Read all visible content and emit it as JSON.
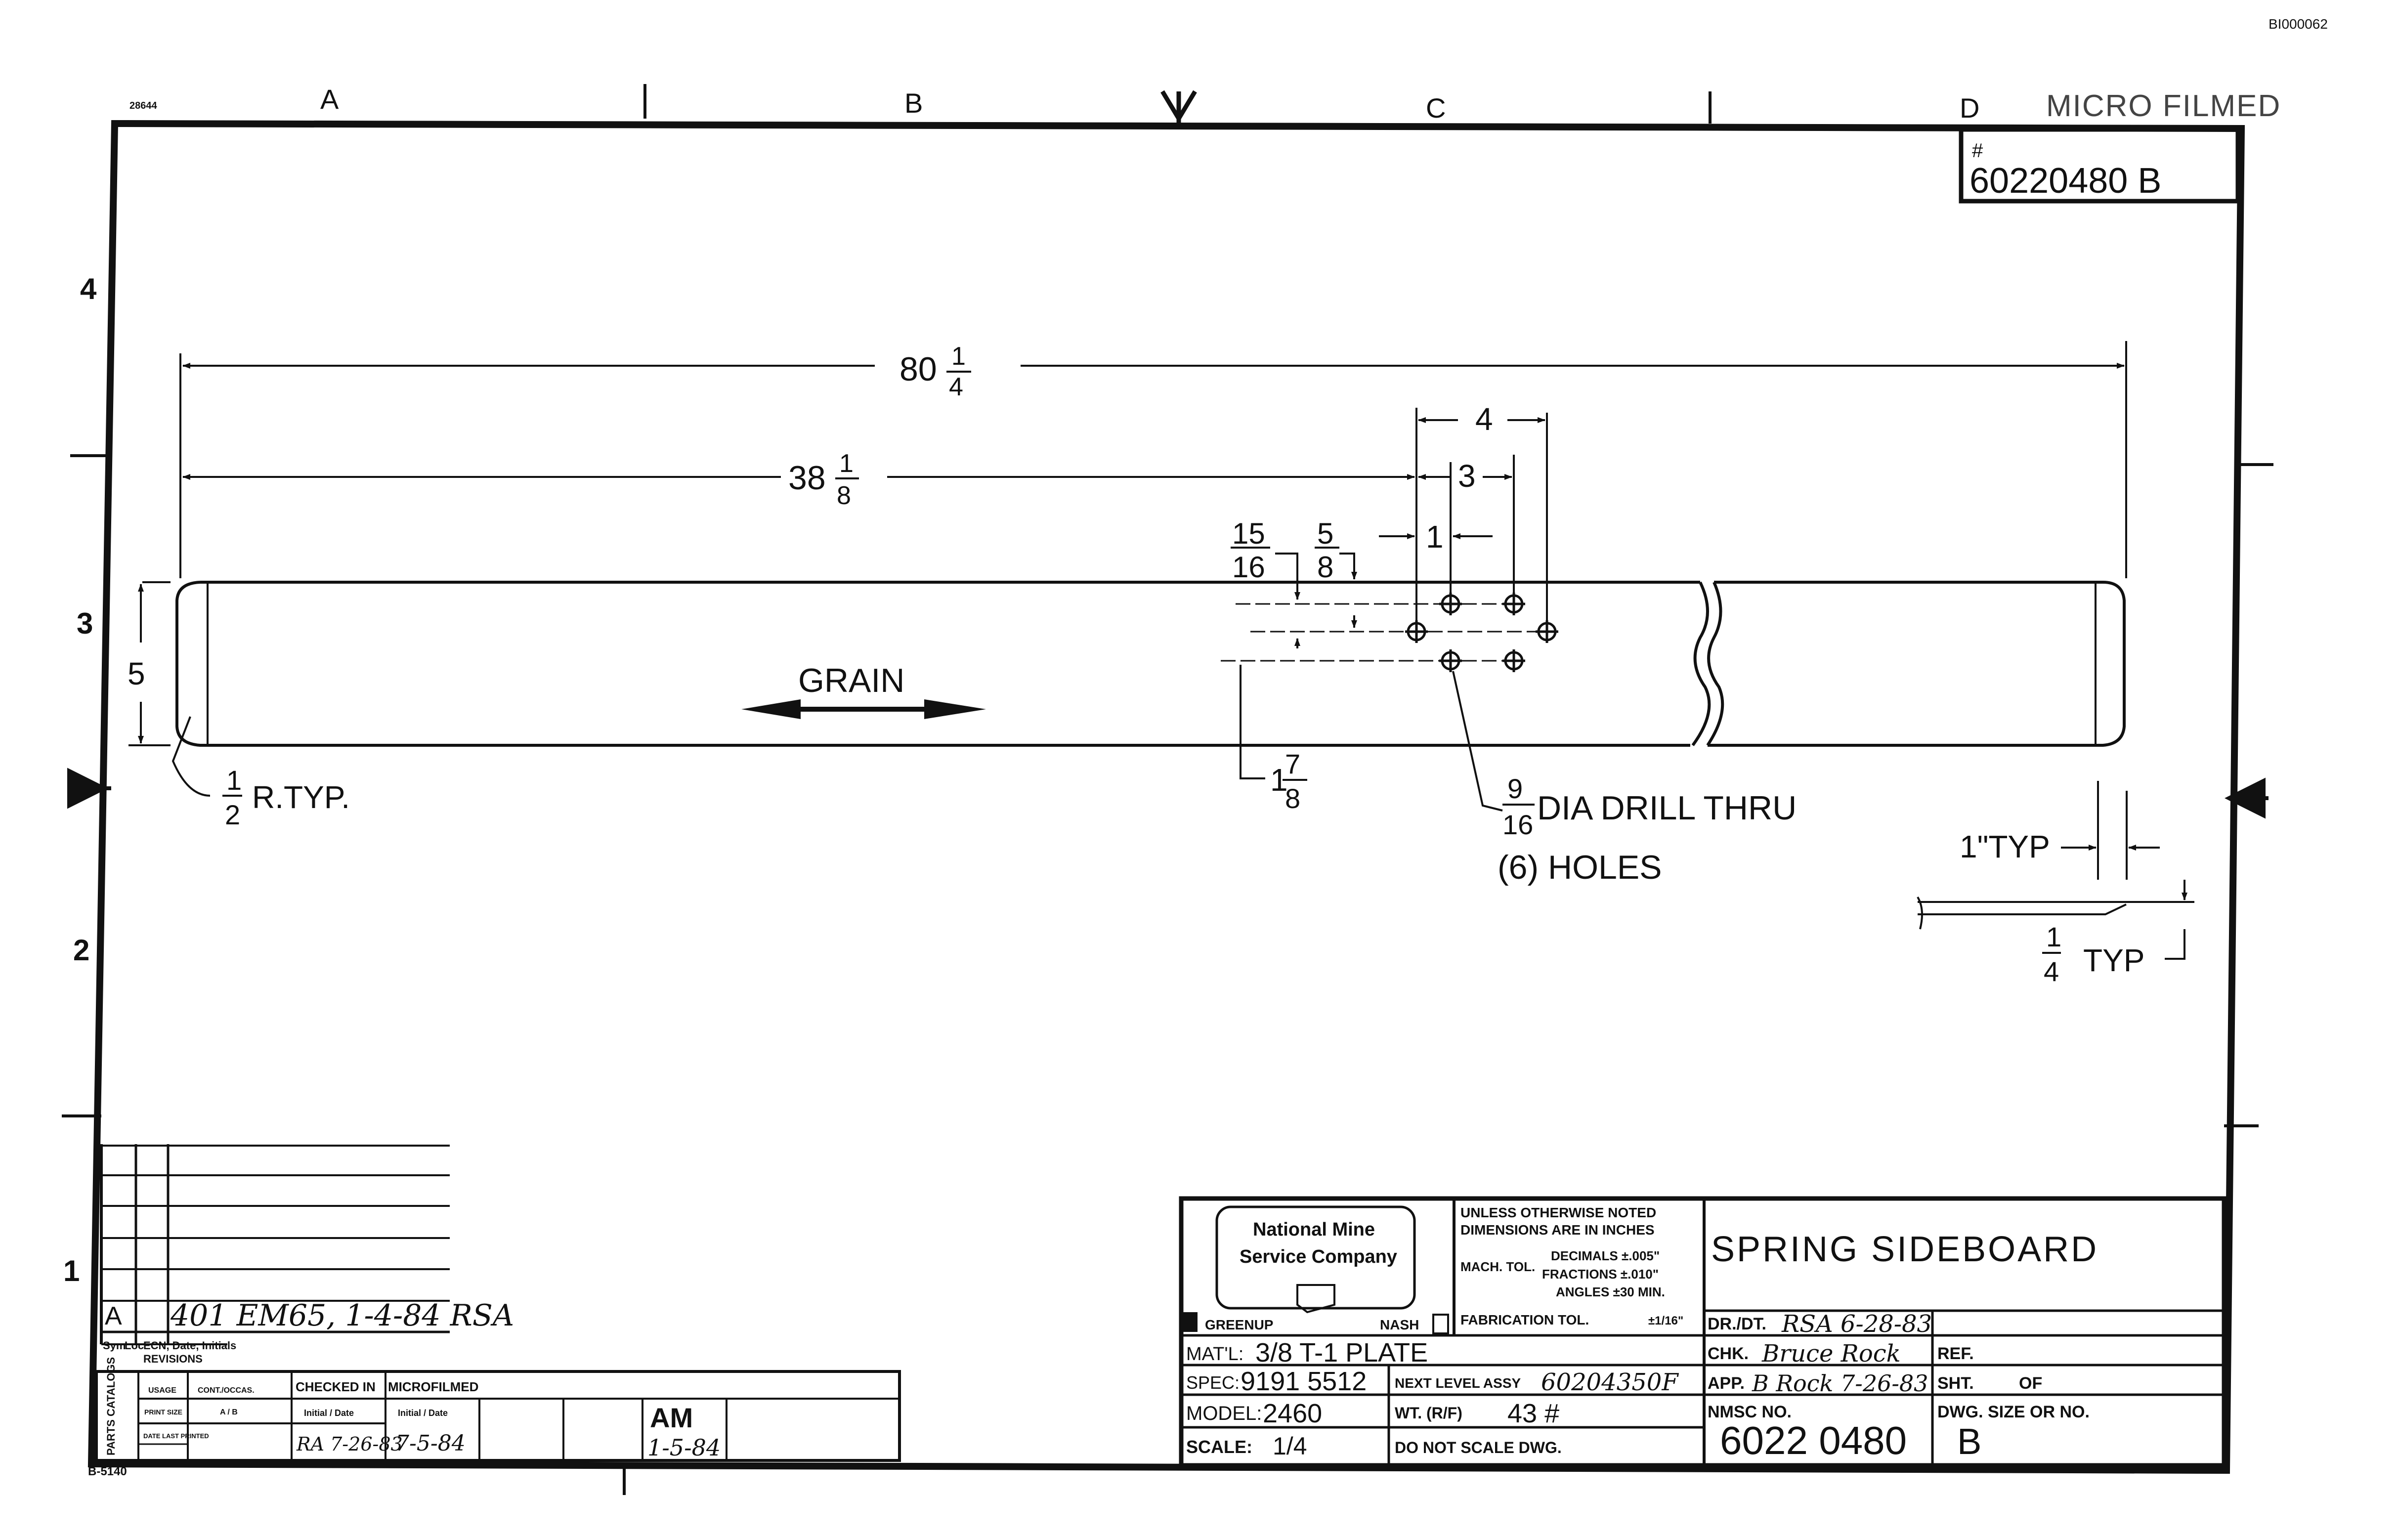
{
  "doc_code": "BI000062",
  "sheet_code": "28644",
  "form_code": "B-5140",
  "microfilm_stamp": "MICRO FILMED",
  "zones": {
    "columns": [
      "A",
      "B",
      "C",
      "D"
    ],
    "rows": [
      "4",
      "3",
      "2",
      "1"
    ]
  },
  "drawing_number_box": {
    "hash": "#",
    "number": "60220480 B"
  },
  "dims": {
    "overall_whole": "80",
    "overall_num": "1",
    "overall_den": "4",
    "left_whole": "38",
    "left_num": "1",
    "left_den": "8",
    "hole_span_4": "4",
    "hole_span_3": "3",
    "hole_span_1": "1",
    "d15": "15",
    "d16": "16",
    "d5": "5",
    "d8": "8",
    "height": "5",
    "bottom_whole": "1",
    "bottom_num": "7",
    "bottom_den": "8",
    "radius_num": "1",
    "radius_den": "2",
    "radius_text": "R.TYP.",
    "drill_num": "9",
    "drill_den": "16",
    "drill_text": "DIA DRILL THRU",
    "holes_text": "(6) HOLES",
    "typ1_text": "1\"TYP",
    "thick_num": "1",
    "thick_den": "4",
    "thick_text": "TYP"
  },
  "grain_label": "GRAIN",
  "revisions": {
    "sym": "A",
    "entry": "401 EM65, 1-4-84 RSA",
    "header_sym": "Sym",
    "header_loc": "Loc",
    "header_ecn": "ECN, Date, Initials",
    "title": "REVISIONS"
  },
  "parts_block": {
    "side_label": "PARTS CATALOGS",
    "usage": "USAGE",
    "cont_occas": "CONT./OCCAS.",
    "print_size": "PRINT SIZE",
    "ab": "A / B",
    "date_last_printed": "DATE LAST PRINTED",
    "checked_in": "CHECKED IN",
    "microfilmed": "MICROFILMED",
    "initial_date": "Initial / Date",
    "checked_value": "RA 7-26-83",
    "microfilmed_value": "7-5-84",
    "am": "AM",
    "am_date": "1-5-84"
  },
  "title_block": {
    "company_line1": "National Mine",
    "company_line2": "Service Company",
    "greenup": "GREENUP",
    "nash": "NASH",
    "tol_header_1": "UNLESS OTHERWISE NOTED",
    "tol_header_2": "DIMENSIONS ARE IN INCHES",
    "mach_tol": "MACH. TOL.",
    "decimals": "DECIMALS ±.005\"",
    "fractions": "FRACTIONS ±.010\"",
    "angles": "ANGLES ±30 MIN.",
    "fab_tol": "FABRICATION TOL.",
    "fab_tol_value": "±1/16\"",
    "title": "SPRING SIDEBOARD",
    "drdt_label": "DR./DT.",
    "drdt_value": "RSA 6-28-83",
    "chk_label": "CHK.",
    "chk_value": "Bruce Rock",
    "app_label": "APP.",
    "app_value": "B Rock 7-26-83",
    "ref_label": "REF.",
    "sht_label": "SHT.",
    "of_label": "OF",
    "matl_label": "MAT'L:",
    "matl_value": "3/8 T-1 PLATE",
    "spec_label": "SPEC:",
    "spec_value": "9191 5512",
    "next_level_label": "NEXT LEVEL ASSY",
    "next_level_value": "60204350F",
    "model_label": "MODEL:",
    "model_value": "2460",
    "wt_label": "WT. (R/F)",
    "wt_value": "43 #",
    "scale_label": "SCALE:",
    "scale_value": "1/4",
    "no_scale": "DO NOT SCALE DWG.",
    "nmsc_label": "NMSC NO.",
    "nmsc_value": "6022 0480",
    "dwg_size_label": "DWG. SIZE OR NO.",
    "dwg_size_value": "B"
  }
}
